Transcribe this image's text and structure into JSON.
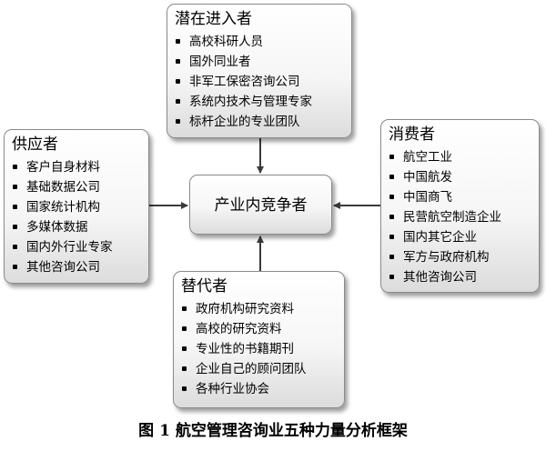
{
  "top": {
    "title": "潜在进入者",
    "items": [
      "高校科研人员",
      "国外同业者",
      "非军工保密咨询公司",
      "系统内技术与管理专家",
      "标杆企业的专业团队"
    ]
  },
  "left": {
    "title": "供应者",
    "items": [
      "客户自身材料",
      "基础数据公司",
      "国家统计机构",
      "多媒体数据",
      "国内外行业专家",
      "其他咨询公司"
    ]
  },
  "right": {
    "title": "消费者",
    "items": [
      "航空工业",
      "中国航发",
      "中国商飞",
      "民营航空制造企业",
      "国内其它企业",
      "军方与政府机构",
      "其他咨询公司"
    ]
  },
  "bottom": {
    "title": "替代者",
    "items": [
      "政府机构研究资料",
      "高校的研究资料",
      "专业性的书籍期刊",
      "企业自己的顾问团队",
      "各种行业协会"
    ]
  },
  "center": {
    "label": "产业内竞争者"
  },
  "caption": "图 1  航空管理咨询业五种力量分析框架"
}
